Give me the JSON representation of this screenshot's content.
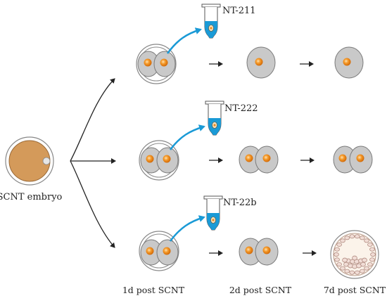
{
  "source_label": "SCNT embryo",
  "tubes": [
    {
      "label": "NT-211"
    },
    {
      "label": "NT-222"
    },
    {
      "label": "NT-22b"
    }
  ],
  "stages": [
    "1d post SCNT",
    "2d post SCNT",
    "7d post SCNT"
  ],
  "rows": [
    {
      "tube_label": "NT-211",
      "day2": "single-cell",
      "day7": "single-cell"
    },
    {
      "tube_label": "NT-222",
      "day2": "two-cell",
      "day7": "two-cell"
    },
    {
      "tube_label": "NT-22b",
      "day2": "two-cell",
      "day7": "blastocyst"
    }
  ],
  "colors": {
    "embryo_fill": "#d49a5a",
    "cell_fill": "#c9c9c9",
    "nucleus": "#f08a1a",
    "arrow_blue": "#1a9ad6",
    "tube_blue": "#1a9ad6",
    "line": "#222222"
  }
}
